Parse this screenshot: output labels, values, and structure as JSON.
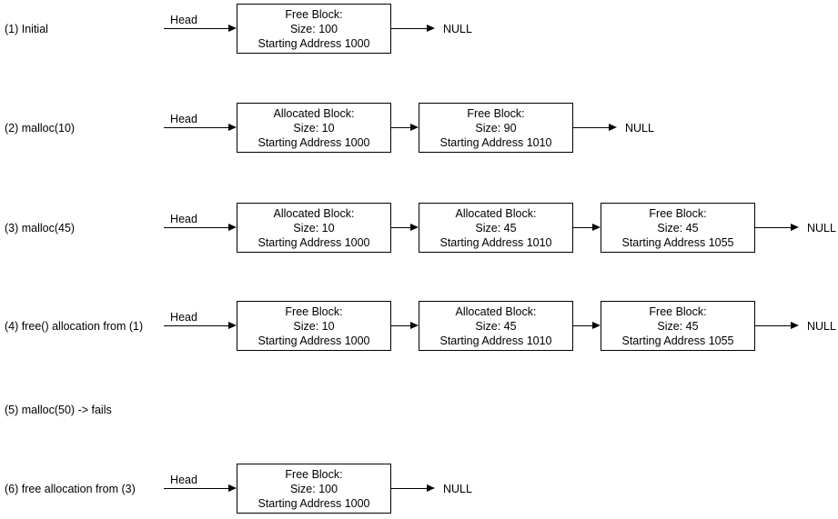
{
  "colors": {
    "background": "#ffffff",
    "stroke": "#000000",
    "text": "#000000",
    "box_fill": "#ffffff"
  },
  "rows": [
    {
      "label": "(1) Initial",
      "head": "Head",
      "boxes": [
        {
          "lines": [
            "Free Block:",
            "Size: 100",
            "Starting Address 1000"
          ]
        }
      ],
      "terminal": "NULL"
    },
    {
      "label": "(2) malloc(10)",
      "head": "Head",
      "boxes": [
        {
          "lines": [
            "Allocated Block:",
            "Size: 10",
            "Starting Address 1000"
          ]
        },
        {
          "lines": [
            "Free Block:",
            "Size: 90",
            "Starting Address 1010"
          ]
        }
      ],
      "terminal": "NULL"
    },
    {
      "label": "(3) malloc(45)",
      "head": "Head",
      "boxes": [
        {
          "lines": [
            "Allocated Block:",
            "Size: 10",
            "Starting Address 1000"
          ]
        },
        {
          "lines": [
            "Allocated Block:",
            "Size: 45",
            "Starting Address 1010"
          ]
        },
        {
          "lines": [
            "Free Block:",
            "Size: 45",
            "Starting Address 1055"
          ]
        }
      ],
      "terminal": "NULL"
    },
    {
      "label": "(4) free() allocation from (1)",
      "head": "Head",
      "boxes": [
        {
          "lines": [
            "Free Block:",
            "Size: 10",
            "Starting Address 1000"
          ]
        },
        {
          "lines": [
            "Allocated Block:",
            "Size: 45",
            "Starting Address 1010"
          ]
        },
        {
          "lines": [
            "Free Block:",
            "Size: 45",
            "Starting Address 1055"
          ]
        }
      ],
      "terminal": "NULL"
    },
    {
      "label": "(5) malloc(50) -> fails",
      "boxes": []
    },
    {
      "label": "(6) free allocation from (3)",
      "head": "Head",
      "boxes": [
        {
          "lines": [
            "Free Block:",
            "Size: 100",
            "Starting Address 1000"
          ]
        }
      ],
      "terminal": "NULL"
    }
  ]
}
